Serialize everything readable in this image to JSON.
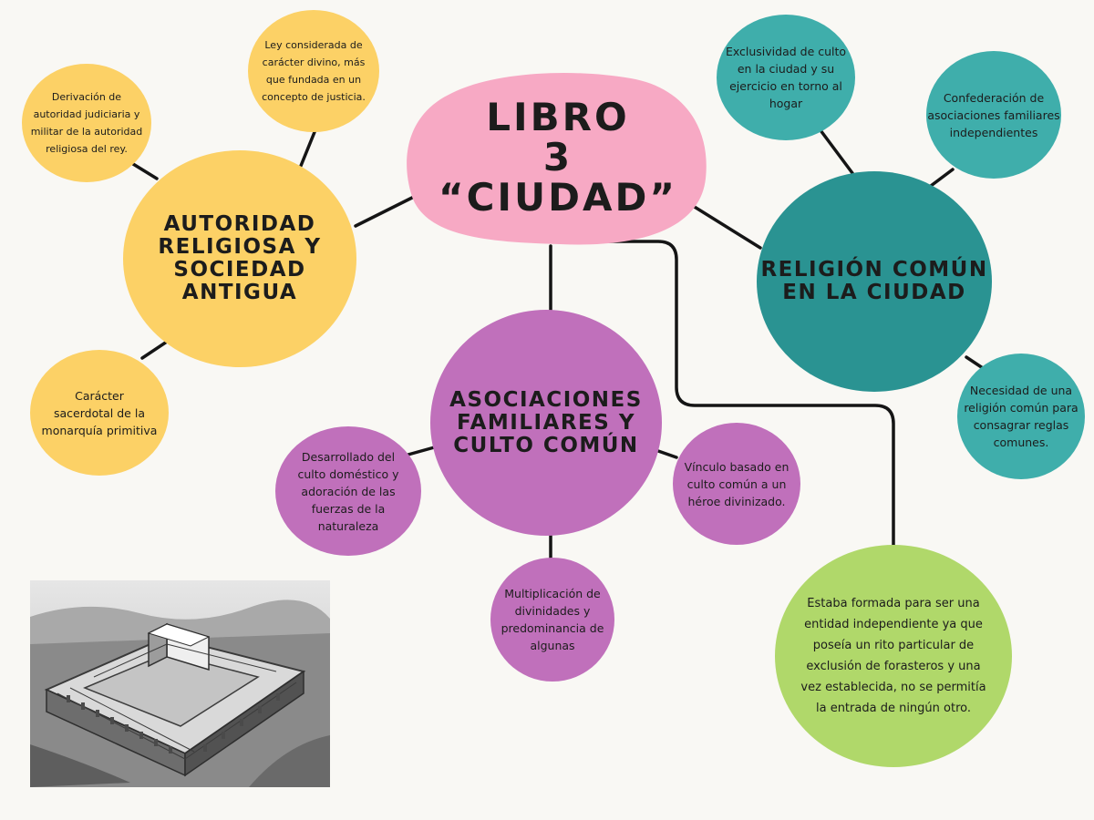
{
  "colors": {
    "background": "#f9f8f4",
    "center": "#f7a9c4",
    "yellow": "#fcd166",
    "teal_dark": "#2a9392",
    "teal": "#3faeab",
    "purple": "#c070bb",
    "lime": "#b0d86a",
    "line": "#151515"
  },
  "center": {
    "title": "LIBRO\n3\n“CIUDAD”"
  },
  "left_branch": {
    "title": "AUTORIDAD\nRELIGIOSA Y\nSOCIEDAD\nANTIGUA",
    "leaves": [
      "Derivación de\nautoridad judiciaria y\nmilitar de la autoridad\nreligiosa del rey.",
      "Ley considerada de\ncarácter divino, más\nque fundada en un\nconcepto de justicia.",
      "Carácter\nsacerdotal de la\nmonarquía primitiva"
    ]
  },
  "bottom_branch": {
    "title": "ASOCIACIONES\nFAMILIARES Y\nCULTO COMÚN",
    "leaves": [
      "Desarrollado del\nculto doméstico y\nadoración de las\nfuerzas de la\nnaturaleza",
      "Multiplicación de\ndivinidades y\npredominancia de\nalgunas",
      "Vínculo basado en\nculto común a un\nhéroe divinizado."
    ]
  },
  "right_branch": {
    "title": "RELIGIÓN COMÚN\nEN LA CIUDAD",
    "leaves": [
      "Exclusividad de culto\nen la ciudad y su\nejercicio en torno al\nhogar",
      "Confederación de\nasociaciones familiares\nindependientes",
      "Necesidad de una\nreligión común para\nconsagrar reglas\ncomunes."
    ]
  },
  "city_note": {
    "text": "Estaba formada para ser una\nentidad independiente ya que\nposeía un rito particular de\nexclusión de forasteros y una\nvez establecida, no se permitía\nla entrada de ningún otro."
  },
  "illustration": {
    "icon": "ancient-city-engraving"
  }
}
